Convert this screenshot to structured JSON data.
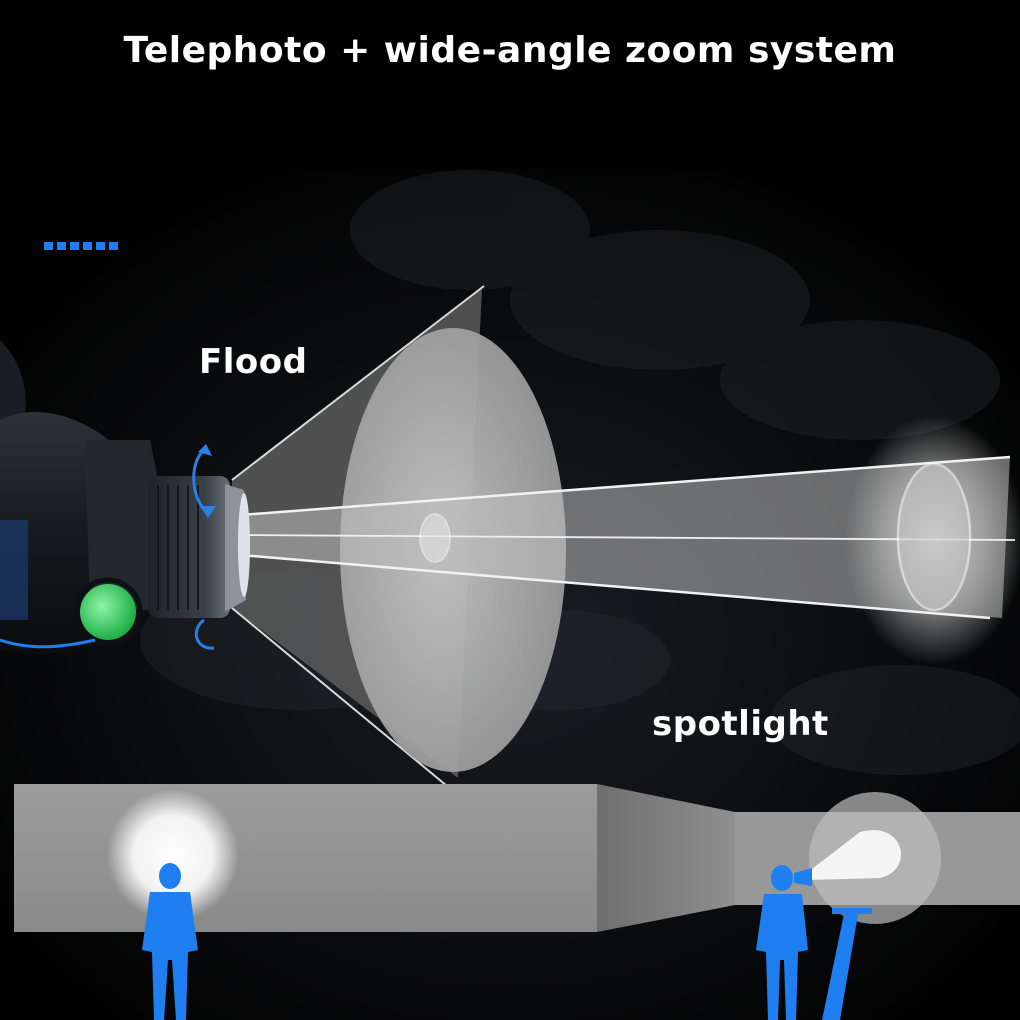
{
  "headline": "Telephoto + wide-angle zoom system",
  "labels": {
    "flood": "Flood",
    "spotlight": "spotlight"
  },
  "icons": {
    "headlamp": "headlamp-icon",
    "rotate": "rotate-arrow-icon",
    "person": "person-silhouette-icon",
    "signal": "signal-bar-icon"
  },
  "colors": {
    "background": "#020202",
    "text": "#ffffff",
    "accent_blue": "#1f7ff0",
    "beam": "#d9d9d9",
    "button_green": "#3fd96b"
  }
}
